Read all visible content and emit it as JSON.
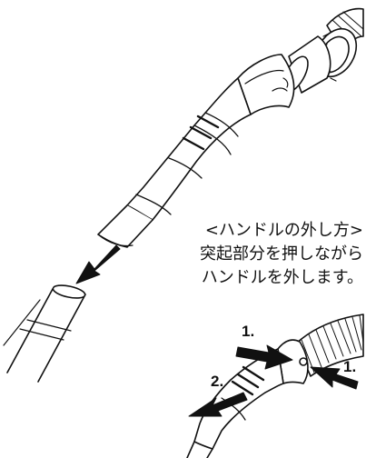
{
  "caption": {
    "title": "<ハンドルの外し方>",
    "line1": "突起部分を押しながら",
    "line2": "ハンドルを外します。"
  },
  "steps": {
    "press_top": "1.",
    "press_right": "1.",
    "pull": "2."
  }
}
